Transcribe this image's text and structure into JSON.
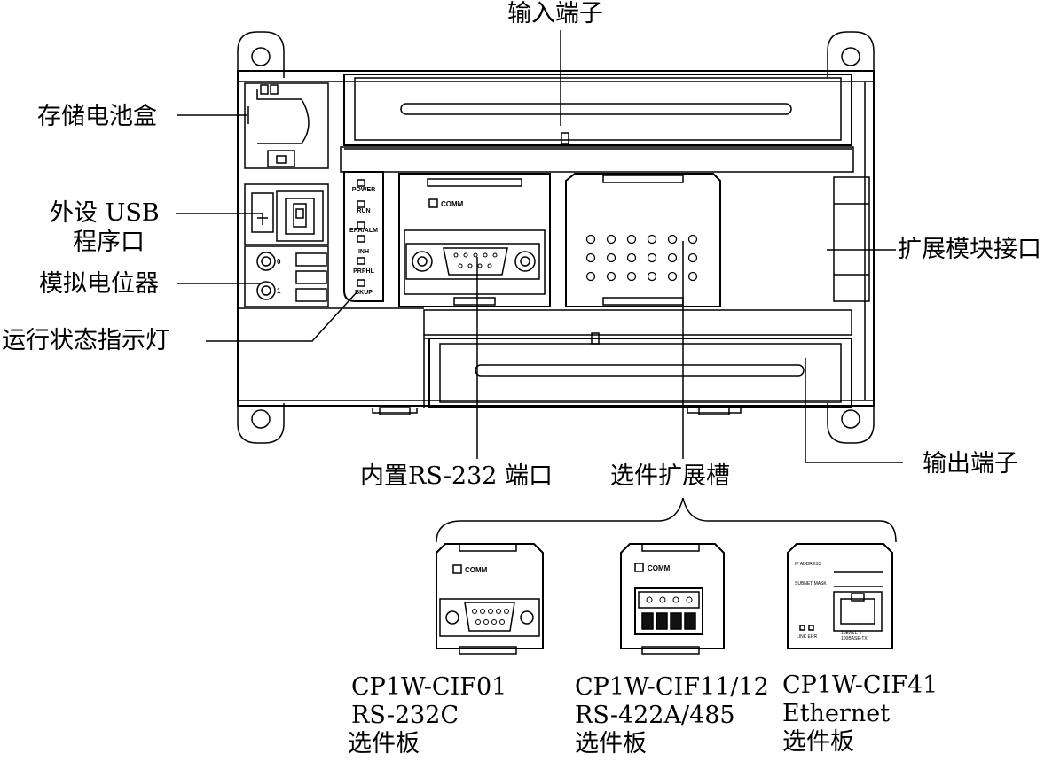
{
  "labels": {
    "input_terminal": "输入端子",
    "battery_box": "存储电池盒",
    "usb_port_line1": "外设 USB",
    "usb_port_line2": "程序口",
    "analog_pot": "模拟电位器",
    "status_led": "运行状态指示灯",
    "expansion_port": "扩展模块接口",
    "output_terminal": "输出端子",
    "rs232_port": "内置RS-232 端口",
    "option_slot": "选件扩展槽"
  },
  "led_labels": [
    "POWER",
    "RUN",
    "ERR/ALM",
    "INH",
    "PRPHL",
    "BKUP"
  ],
  "pot_labels": [
    "0",
    "1"
  ],
  "comm_label": "COMM",
  "option_boards": [
    {
      "model": "CP1W-CIF01",
      "type": "RS-232C",
      "name": "选件板"
    },
    {
      "model": "CP1W-CIF11/12",
      "type": "RS-422A/485",
      "name": "选件板"
    },
    {
      "model": "CP1W-CIF41",
      "type": "Ethernet",
      "name": "选件板"
    }
  ],
  "ethernet_board_text": {
    "ip": "IP ADDRESS",
    "mask": "SUBNET MASK",
    "speed1": "10BASE-T",
    "speed2": "100BASE-TX",
    "leds": "LINK ERR"
  }
}
